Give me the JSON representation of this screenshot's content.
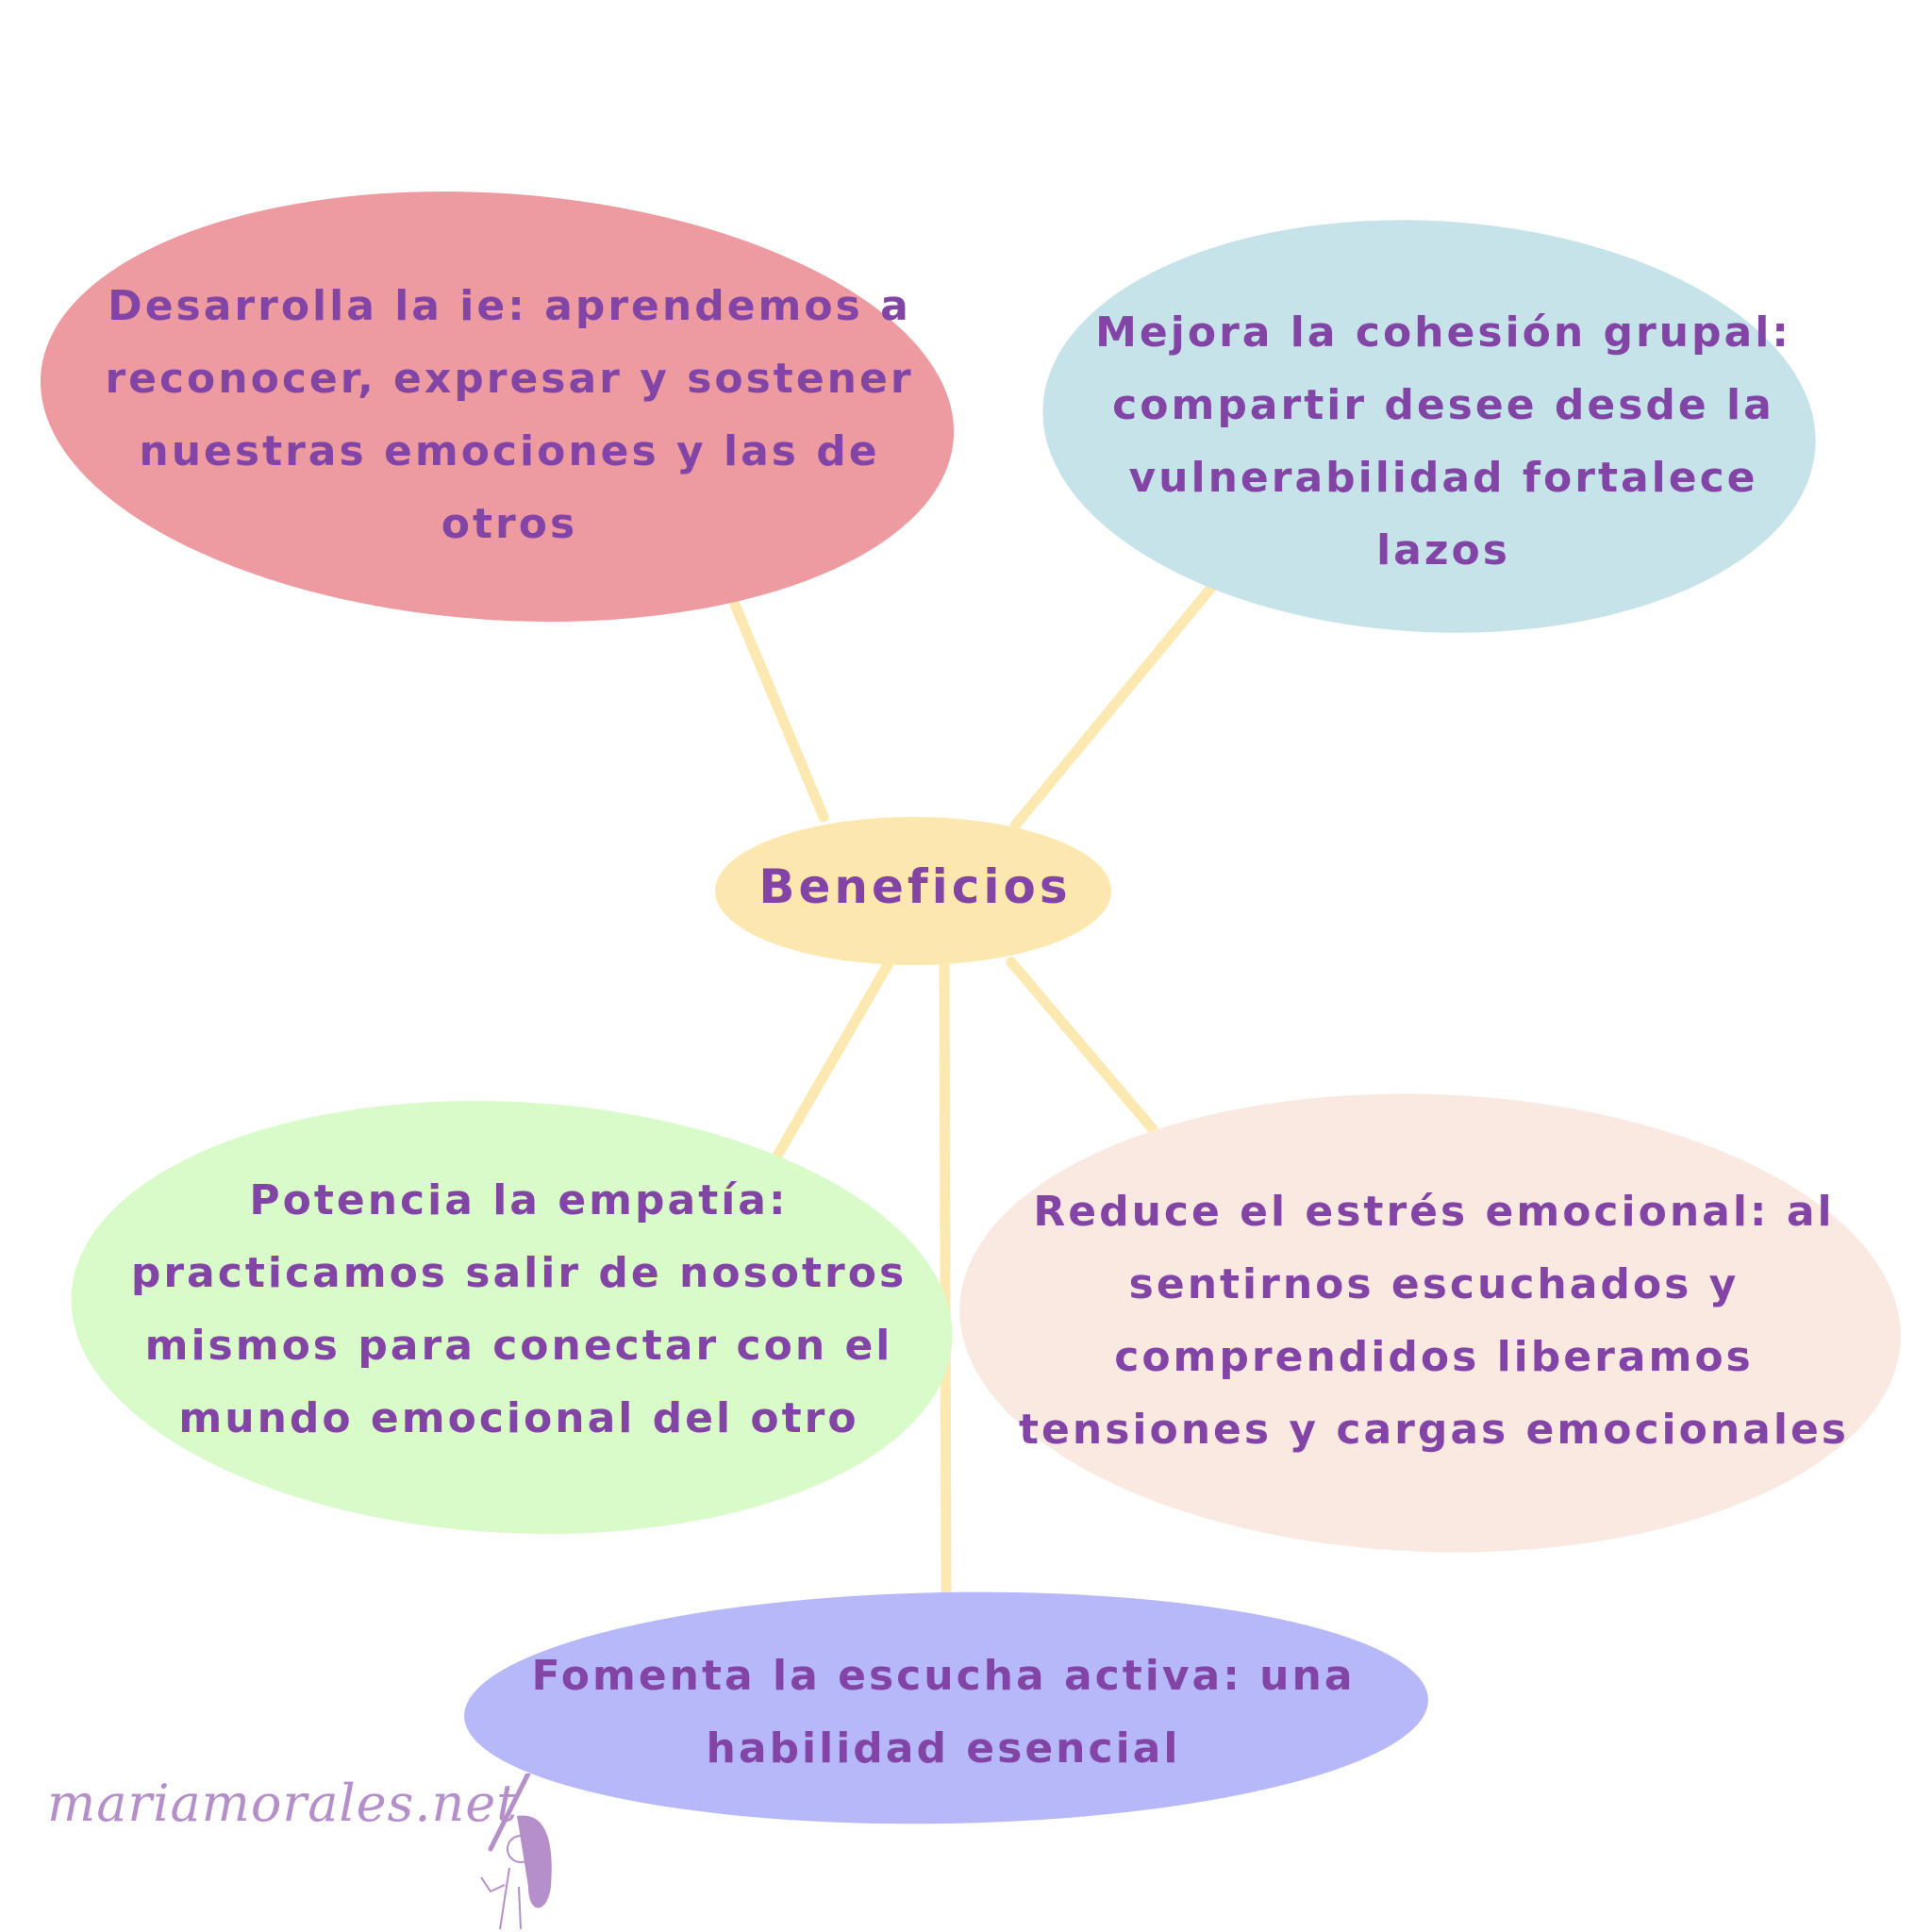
{
  "diagram": {
    "type": "mind-map",
    "center": {
      "label": "Beneficios",
      "color": "#fce7ae"
    },
    "nodes": [
      {
        "id": "red",
        "label": "Desarrolla la ie: aprendemos a reconocer, expresar y sostener nuestras emociones y las de otros",
        "color": "#ed9ba0"
      },
      {
        "id": "blue",
        "label": "Mejora la cohesión grupal: compartir desee desde la vulnerabilidad fortalece lazos",
        "color": "#c6e3e9"
      },
      {
        "id": "green",
        "label": "Potencia la empatía: practicamos salir de nosotros mismos para conectar con el mundo emocional del otro",
        "color": "#d8fbc9"
      },
      {
        "id": "peach",
        "label": "Reduce el estrés emocional: al sentirnos escuchados y comprendidos liberamos tensiones y cargas emocionales",
        "color": "#f9e9e1"
      },
      {
        "id": "violet",
        "label": "Fomenta la escucha activa: una habilidad esencial",
        "color": "#b7b8fa"
      }
    ],
    "connector_color": "#fce9b2",
    "text_color": "#8245a6"
  },
  "watermark": {
    "text": "mariamorales.net",
    "color": "#b48fca",
    "icon": "girl-drawing-icon"
  }
}
